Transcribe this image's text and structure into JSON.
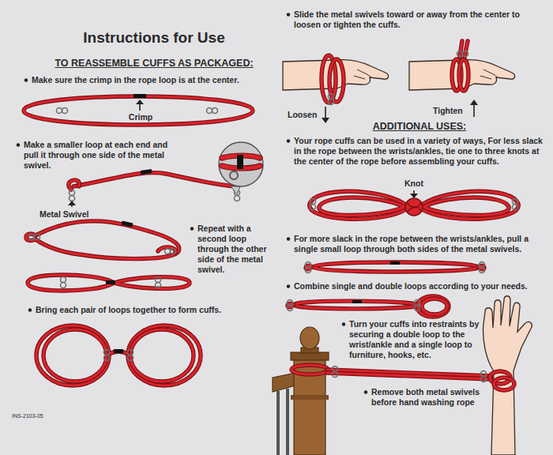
{
  "diagram": {
    "title": "Instructions for Use",
    "labels": [
      "TO REASSEMBLE CUFFS AS PACKAGED:",
      "Make sure the crimp in the rope loop is at the center.",
      "Crimp",
      "Make a smaller loop at each end and pull it through one side of the metal swivel.",
      "Metal Swivel",
      "Repeat with a second loop through the other side of the metal swivel.",
      "Bring each pair of loops together to form cuffs.",
      "INS-2103-05",
      "Slide the metal swivels toward or away from the center to loosen or tighten the cuffs.",
      "Loosen",
      "Tighten",
      "ADDITIONAL USES:",
      "Your rope cuffs can be used in a variety of ways, For less slack in the rope between the wrists/ankles, tie one to three knots at the center of the rope before assembling your cuffs.",
      "Knot",
      "For more slack in the rope between the wrists/ankles, pull a single small loop through both sides of the metal swivels.",
      "Combine single and double loops according to your needs.",
      "Turn your cuffs into restraints by securing a double loop to the wrist/ankle and a single loop to furniture, hooks, etc.",
      "Remove both metal swivels before hand washing rope"
    ]
  }
}
